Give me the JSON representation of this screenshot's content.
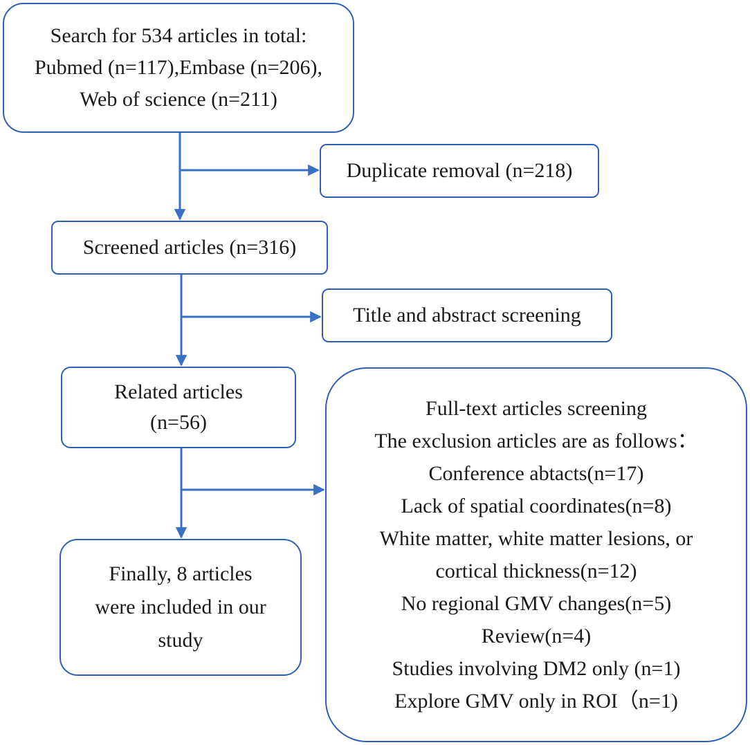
{
  "search": {
    "lines": [
      "Search for 534 articles in total:",
      "Pubmed (n=117),Embase (n=206),",
      "Web of science (n=211)"
    ]
  },
  "duplicate": {
    "label": "Duplicate removal (n=218)"
  },
  "screened": {
    "label": "Screened articles (n=316)"
  },
  "title_abstract": {
    "label": "Title and abstract screening"
  },
  "related": {
    "lines": [
      "Related articles",
      "(n=56)"
    ]
  },
  "full_text": {
    "lines": [
      "Full-text articles screening",
      "The exclusion articles are as follows：",
      "Conference abtacts(n=17)",
      "Lack of spatial coordinates(n=8)",
      "White matter, white matter lesions, or",
      "cortical thickness(n=12)",
      "No regional GMV changes(n=5)",
      "Review(n=4)",
      "Studies involving DM2 only (n=1)",
      "Explore GMV only in ROI（n=1)"
    ]
  },
  "final": {
    "lines": [
      "Finally, 8 articles",
      "were included in our",
      "study"
    ]
  },
  "colors": {
    "box_border": "#2f5fb8",
    "arrow": "#3a6fc4",
    "text": "#1a1a1a"
  }
}
